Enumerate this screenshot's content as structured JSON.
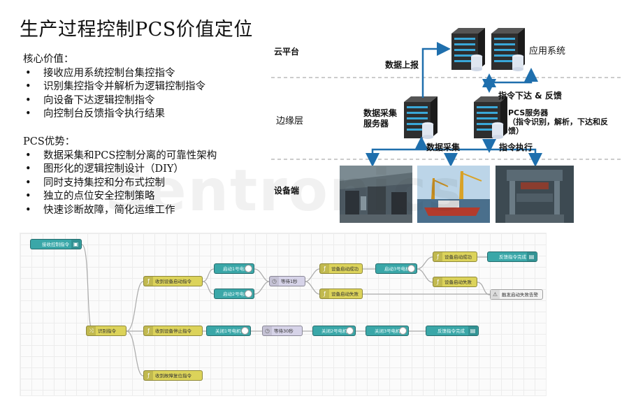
{
  "title": "生产过程控制PCS价值定位",
  "core": {
    "heading": "核心价值：",
    "items": [
      "接收应用系统控制台集控指令",
      "识别集控指令并解析为逻辑控制指令",
      "向设备下达逻辑控制指令",
      "向控制台反馈指令执行结果"
    ]
  },
  "advantages": {
    "heading": "PCS优势：",
    "items": [
      "数据采集和PCS控制分离的可靠性架构",
      "图形化的逻辑控制设计（DIY）",
      "同时支持集控和分布式控制",
      "独立的点位安全控制策略",
      "快速诊断故障，简化运维工作"
    ]
  },
  "architecture": {
    "layers": {
      "cloud": "云平台",
      "edge": "边缘层",
      "device": "设备端"
    },
    "labels": {
      "app_system": "应用系统",
      "data_report": "数据上报",
      "cmd_down_feedback": "指令下达 & 反馈",
      "data_server_1": "数据采集",
      "data_server_2": "服务器",
      "pcs_server_1": "PCS服务器",
      "pcs_server_2": "（指令识别，解析，下达和反",
      "pcs_server_3": "馈）",
      "data_collect": "数据采集",
      "cmd_exec": "指令执行"
    },
    "colors": {
      "arrow": "#1f6fad",
      "server": "#2b2b2b",
      "accent": "#39a7d8"
    }
  },
  "flow": {
    "colors": {
      "teal": "#3aa7a8",
      "yellow": "#dcd35a",
      "lavender": "#d6d3e8"
    },
    "nodes": {
      "receive": "接收控制指令",
      "identify": "识别指令",
      "start_cmd": "收到设备启动指令",
      "stop_cmd": "收到设备停止指令",
      "fault_cmd": "收到故障复位指令",
      "start_motor1": "启动1号电机",
      "start_motor2": "启动2号电机",
      "wait1": "等待1秒",
      "device_ok": "设备启动成功",
      "start_motor3": "启动3号电机",
      "device_fail": "设备启动失败",
      "device_ok2": "设备启动成功",
      "device_fail2": "设备启动失败",
      "feedback_done": "反馈指令完成",
      "alarm": "触发启动失败告警",
      "stop_motor1": "关闭1号电机",
      "wait30": "等待30秒",
      "stop_motor2": "关闭2号电机",
      "stop_motor3": "关闭3号电机",
      "feedback_done2": "反馈指令完成"
    }
  },
  "watermark": "Sentronics"
}
